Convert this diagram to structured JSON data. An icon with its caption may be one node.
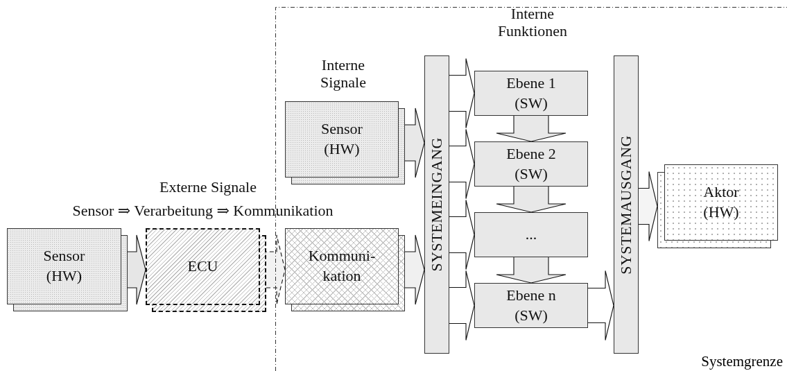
{
  "diagram": {
    "nodes": [
      {
        "text": [
          "Systemgrenze"
        ]
      },
      {
        "text": [
          "Sensor (HW)"
        ]
      },
      {
        "text": [
          "ECU"
        ]
      },
      {
        "text": [
          "Sensor (HW)"
        ],
        "in": 0
      },
      {
        "text": [
          "Kommuni-kation"
        ],
        "in": 0
      },
      {
        "text": [
          "SYSTEMEINGANG"
        ],
        "in": 0
      },
      {
        "text": [
          "Ebene 1 (SW)"
        ],
        "in": 0
      },
      {
        "text": [
          "Ebene 2 (SW)"
        ],
        "in": 0
      },
      {
        "text": [
          "..."
        ],
        "in": 0
      },
      {
        "text": [
          "Ebene n (SW)"
        ],
        "in": 0
      },
      {
        "text": [
          "SYSTEMAUSGANG"
        ],
        "in": 0
      },
      {
        "text": [
          "Aktor (HW)"
        ],
        "in": 0
      }
    ],
    "edges": [
      {
        "from": 1,
        "to": 2,
        "arrow": "to"
      },
      {
        "from": 2,
        "to": 4,
        "arrow": "to",
        "style": "dashed"
      },
      {
        "from": 3,
        "to": 5,
        "arrow": "to"
      },
      {
        "from": 4,
        "to": 5,
        "arrow": "to"
      },
      {
        "from": 5,
        "to": 6,
        "arrow": "to"
      },
      {
        "from": 5,
        "to": 7,
        "arrow": "to"
      },
      {
        "from": 5,
        "to": 8,
        "arrow": "to"
      },
      {
        "from": 5,
        "to": 9,
        "arrow": "to"
      },
      {
        "from": 6,
        "to": 7,
        "arrow": "to"
      },
      {
        "from": 7,
        "to": 8,
        "arrow": "to"
      },
      {
        "from": 8,
        "to": 9,
        "arrow": "to"
      },
      {
        "from": 9,
        "to": 10,
        "arrow": "to"
      },
      {
        "from": 10,
        "to": 11,
        "arrow": "to"
      }
    ],
    "labels": [
      "Interne Funktionen",
      "Interne Signale",
      "Externe Signale",
      "Sensor ⇒ Verarbeitung ⇒ Kommunikation"
    ]
  }
}
